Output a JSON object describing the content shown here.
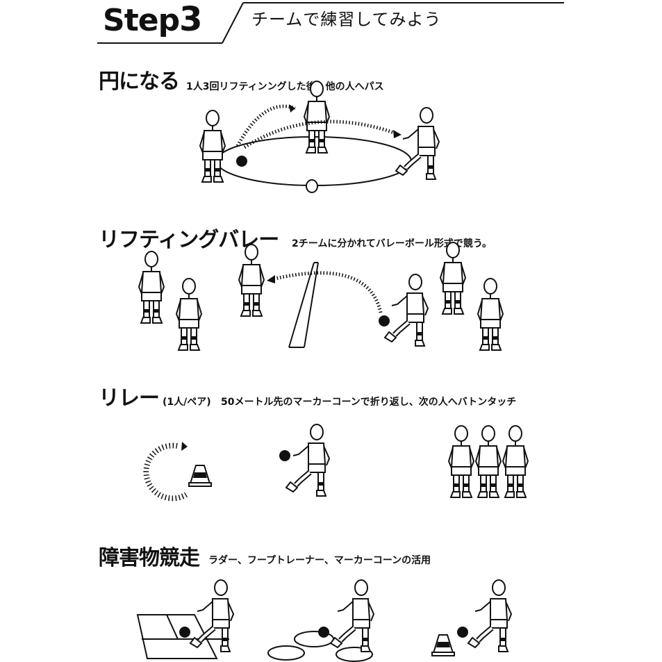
{
  "header": {
    "step_label": "Step",
    "step_number": "3",
    "subtitle": "チームで練習してみよう"
  },
  "sections": [
    {
      "title": "円になる",
      "description": "1人3回リフティンングした後、他の人へパス"
    },
    {
      "title": "リフティングバレー",
      "description": "2チームに分かれてバレーボール形式で競う。"
    },
    {
      "title": "リレー",
      "note": "(1人/ペア)",
      "description": "50メートル先のマーカーコーンで折り返し、次の人へバトンタッチ"
    },
    {
      "title": "障害物競走",
      "description": "ラダー、フープトレーナー、マーカーコーンの活用"
    }
  ],
  "icons": {
    "player": "player-figure-icon",
    "ball": "ball-icon",
    "cone": "marker-cone-icon",
    "net": "volleyball-net-icon",
    "ladder": "ladder-icon",
    "hoop": "hoop-icon"
  },
  "colors": {
    "ink": "#111111",
    "paper": "#ffffff"
  }
}
